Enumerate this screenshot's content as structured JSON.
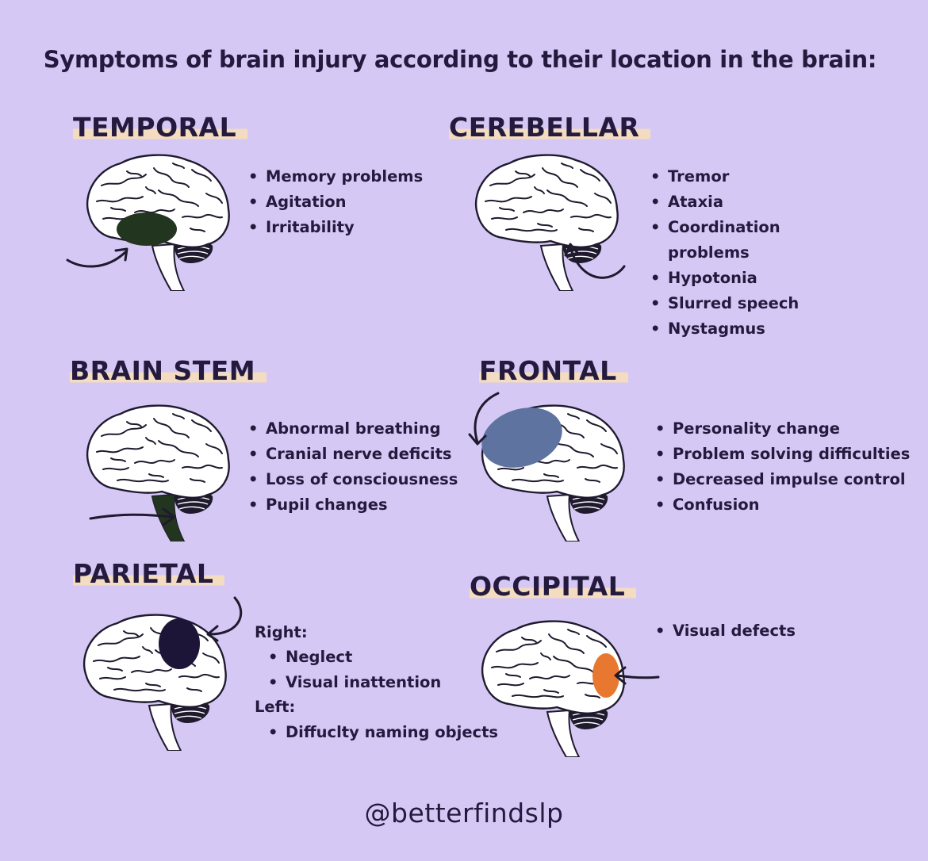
{
  "title": "Symptoms of brain injury according to their location in the brain:",
  "regions": {
    "temporal": {
      "heading": "TEMPORAL",
      "symptoms": [
        "Memory problems",
        "Agitation",
        "Irritability"
      ],
      "highlight_color": "#22351f"
    },
    "cerebellar": {
      "heading": "CEREBELLAR",
      "symptoms": [
        "Tremor",
        "Ataxia",
        "Coordination",
        "problems",
        "Hypotonia",
        "Slurred speech",
        "Nystagmus"
      ],
      "highlight_color": "#231d3a"
    },
    "brain_stem": {
      "heading": "BRAIN STEM",
      "symptoms": [
        "Abnormal breathing",
        "Cranial nerve deficits",
        "Loss of consciousness",
        "Pupil changes"
      ],
      "highlight_color": "#22351f"
    },
    "frontal": {
      "heading": "FRONTAL",
      "symptoms": [
        "Personality change",
        "Problem solving difficulties",
        "Decreased impulse control",
        "Confusion"
      ],
      "highlight_color": "#5e73a0"
    },
    "parietal": {
      "heading": "PARIETAL",
      "right_label": "Right:",
      "right_symptoms": [
        "Neglect",
        "Visual inattention"
      ],
      "left_label": "Left:",
      "left_symptoms": [
        "Diffuclty naming objects"
      ],
      "highlight_color": "#1c1537"
    },
    "occipital": {
      "heading": "OCCIPITAL",
      "symptoms": [
        "Visual defects"
      ],
      "highlight_color": "#e8782f"
    }
  },
  "handle": "@betterfindslp",
  "icons": {
    "brain": "brain-illustration-icon",
    "arrow": "pointer-arrow-icon"
  }
}
